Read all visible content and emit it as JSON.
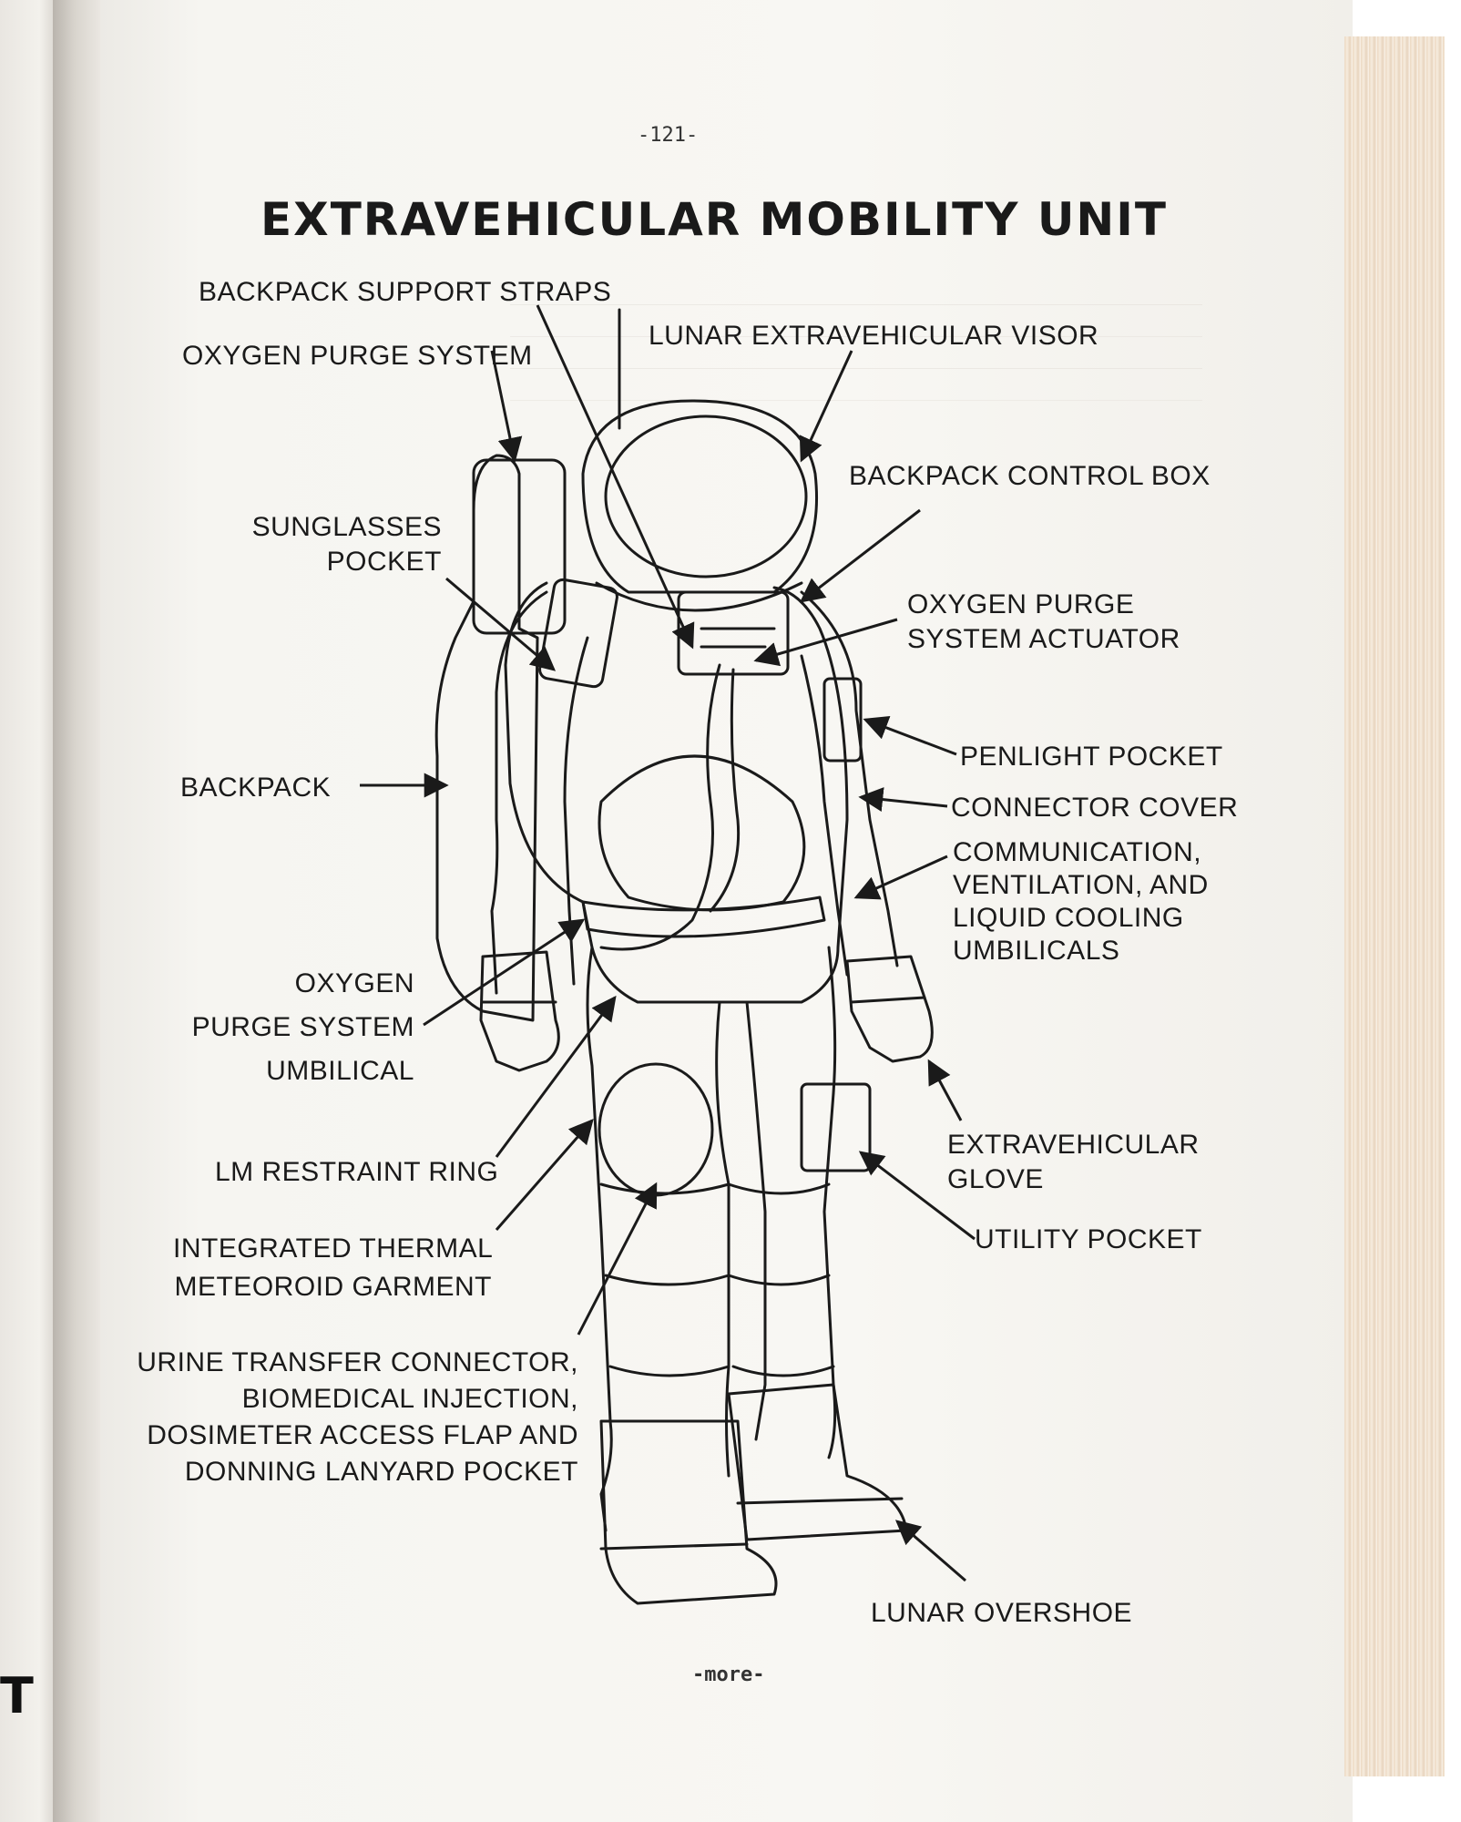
{
  "page": {
    "page_number": "-121-",
    "footer": "-more-",
    "left_page_fragment": "T"
  },
  "diagram": {
    "title": "EXTRAVEHICULAR MOBILITY UNIT",
    "labels": {
      "backpack_support_straps": "BACKPACK SUPPORT STRAPS",
      "oxygen_purge_system": "OXYGEN PURGE SYSTEM",
      "lunar_extravehicular_visor": "LUNAR EXTRAVEHICULAR VISOR",
      "backpack_control_box": "BACKPACK CONTROL BOX",
      "sunglasses_pocket": [
        "SUNGLASSES",
        "POCKET"
      ],
      "oxygen_purge_system_actuator": [
        "OXYGEN PURGE",
        "SYSTEM ACTUATOR"
      ],
      "penlight_pocket": "PENLIGHT POCKET",
      "backpack": "BACKPACK",
      "connector_cover": "CONNECTOR COVER",
      "umbilicals": [
        "COMMUNICATION,",
        "VENTILATION, AND",
        "LIQUID COOLING",
        "UMBILICALS"
      ],
      "oxygen_purge_system_umbilical": [
        "OXYGEN",
        "PURGE SYSTEM",
        "UMBILICAL"
      ],
      "lm_restraint_ring": "LM RESTRAINT RING",
      "extravehicular_glove": [
        "EXTRAVEHICULAR",
        "GLOVE"
      ],
      "integrated_thermal_meteoroid_garment": [
        "INTEGRATED THERMAL",
        "METEOROID GARMENT"
      ],
      "utility_pocket": "UTILITY POCKET",
      "urine_transfer_connector": [
        "URINE TRANSFER CONNECTOR,",
        "BIOMEDICAL INJECTION,",
        "DOSIMETER ACCESS FLAP AND",
        "DONNING LANYARD POCKET"
      ],
      "lunar_overshoe": "LUNAR OVERSHOE"
    }
  }
}
